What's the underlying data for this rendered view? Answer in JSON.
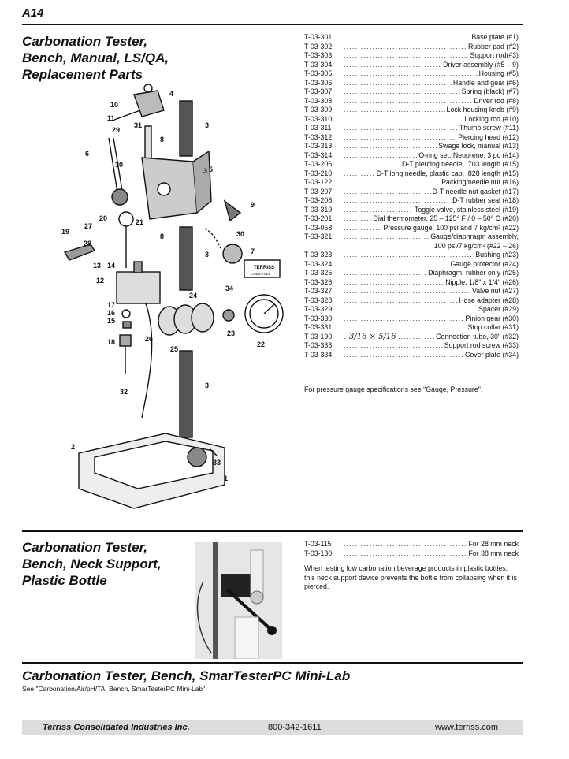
{
  "page_label": "A14",
  "section1": {
    "title_lines": [
      "Carbonation Tester,",
      "Bench, Manual, LS/QA,",
      "Replacement Parts"
    ],
    "parts": [
      {
        "pn": "T-03-301",
        "desc": "Base plate (#1)"
      },
      {
        "pn": "T-03-302",
        "desc": "Rubber pad (#2)"
      },
      {
        "pn": "T-03-303",
        "desc": "Support rod(#3)"
      },
      {
        "pn": "T-03-304",
        "desc": "Driver assembly (#5 – 9)"
      },
      {
        "pn": "T-03-305",
        "desc": "Housing (#5)"
      },
      {
        "pn": "T-03-306",
        "desc": "Handle and gear (#6)"
      },
      {
        "pn": "T-03-307",
        "desc": "Spring (black) (#7)"
      },
      {
        "pn": "T-03-308",
        "desc": "Driver rod (#8)"
      },
      {
        "pn": "T-03-309",
        "desc": "Lock housing knob (#9)"
      },
      {
        "pn": "T-03-310",
        "desc": "Locking rod (#10)"
      },
      {
        "pn": "T-03-311",
        "desc": "Thumb screw (#11)"
      },
      {
        "pn": "T-03-312",
        "desc": "Piercing head (#12)"
      },
      {
        "pn": "T-03-313",
        "desc": "Swage lock, manual (#13)"
      },
      {
        "pn": "T-03-314",
        "desc": "O-ring set, Neoprene, 3 pc (#14)"
      },
      {
        "pn": "T-03-206",
        "desc": "D-T piercing needle, .703 length (#15)"
      },
      {
        "pn": "T-03-210",
        "desc": "D-T long needle, plastic cap, .828 length (#15)"
      },
      {
        "pn": "T-03-122",
        "desc": "Packing/needle nut (#16)"
      },
      {
        "pn": "T-03-207",
        "desc": "D-T needle nut gasket (#17)"
      },
      {
        "pn": "T-03-208",
        "desc": "D-T rubber seal (#18)"
      },
      {
        "pn": "T-03-319",
        "desc": "Toggle valve, stainless steel (#19)"
      },
      {
        "pn": "T-03-201",
        "desc": "Dial thermometer, 25 – 125° F / 0 – 50° C (#20)"
      },
      {
        "pn": "T-03-058",
        "desc": "Pressure gauge, 100 psi and 7 kg/cm² (#22)"
      },
      {
        "pn": "T-03-321",
        "desc": "Gauge/diaphragm assembly,"
      },
      {
        "pn": "",
        "desc": "100 psi/7 kg/cm² (#22 – 26)"
      },
      {
        "pn": "T-03-323",
        "desc": "Bushing (#23)"
      },
      {
        "pn": "T-03-324",
        "desc": "Gauge protector (#24)"
      },
      {
        "pn": "T-03-325",
        "desc": "Diaphragm, rubber only (#25)"
      },
      {
        "pn": "T-03-326",
        "desc": "Nipple, 1/8\" x 1/4\" (#26)"
      },
      {
        "pn": "T-03-327",
        "desc": "Valve nut (#27)"
      },
      {
        "pn": "T-03-328",
        "desc": "Hose adapter (#28)"
      },
      {
        "pn": "T-03-329",
        "desc": "Spacer (#29)"
      },
      {
        "pn": "T-03-330",
        "desc": "Pinion gear (#30)"
      },
      {
        "pn": "T-03-331",
        "desc": "Stop collar (#31)"
      },
      {
        "pn": "T-03-190",
        "desc": "Connection tube, 30\" (#32)",
        "handwritten": "3/16 × 5/16"
      },
      {
        "pn": "T-03-333",
        "desc": "Support rod screw (#33)"
      },
      {
        "pn": "T-03-334",
        "desc": "Cover plate (#34)"
      }
    ],
    "note": "For pressure gauge specifications see \"Gauge, Pressure\"."
  },
  "diagram_labels": [
    "1",
    "2",
    "3",
    "3",
    "3",
    "3",
    "4",
    "5",
    "6",
    "7",
    "8",
    "8",
    "9",
    "10",
    "11",
    "12",
    "13",
    "14",
    "15",
    "16",
    "17",
    "18",
    "19",
    "20",
    "21",
    "22",
    "23",
    "24",
    "25",
    "26",
    "27",
    "28",
    "29",
    "30",
    "30",
    "31",
    "32",
    "33",
    "34"
  ],
  "diagram_box_text": [
    "TERRISS",
    "CODE-7021"
  ],
  "section2": {
    "title_lines": [
      "Carbonation Tester,",
      "Bench, Neck Support,",
      "Plastic Bottle"
    ],
    "parts": [
      {
        "pn": "T-03-115",
        "desc": "For 28 mm neck"
      },
      {
        "pn": "T-03-130",
        "desc": "For 38 mm neck"
      }
    ],
    "note": "When testing low carbonation beverage products in plastic bottles, this neck support device prevents the bottle from collapsing when it is pierced."
  },
  "section3": {
    "title": "Carbonation Tester, Bench, SmarTesterPC Mini-Lab",
    "see": "See \"Carbonation/Air/pH/TA, Bench, SmarTesterPC Mini-Lab\""
  },
  "footer": {
    "company": "Terriss Consolidated Industries Inc.",
    "phone": "800-342-1611",
    "web": "www.terriss.com"
  }
}
